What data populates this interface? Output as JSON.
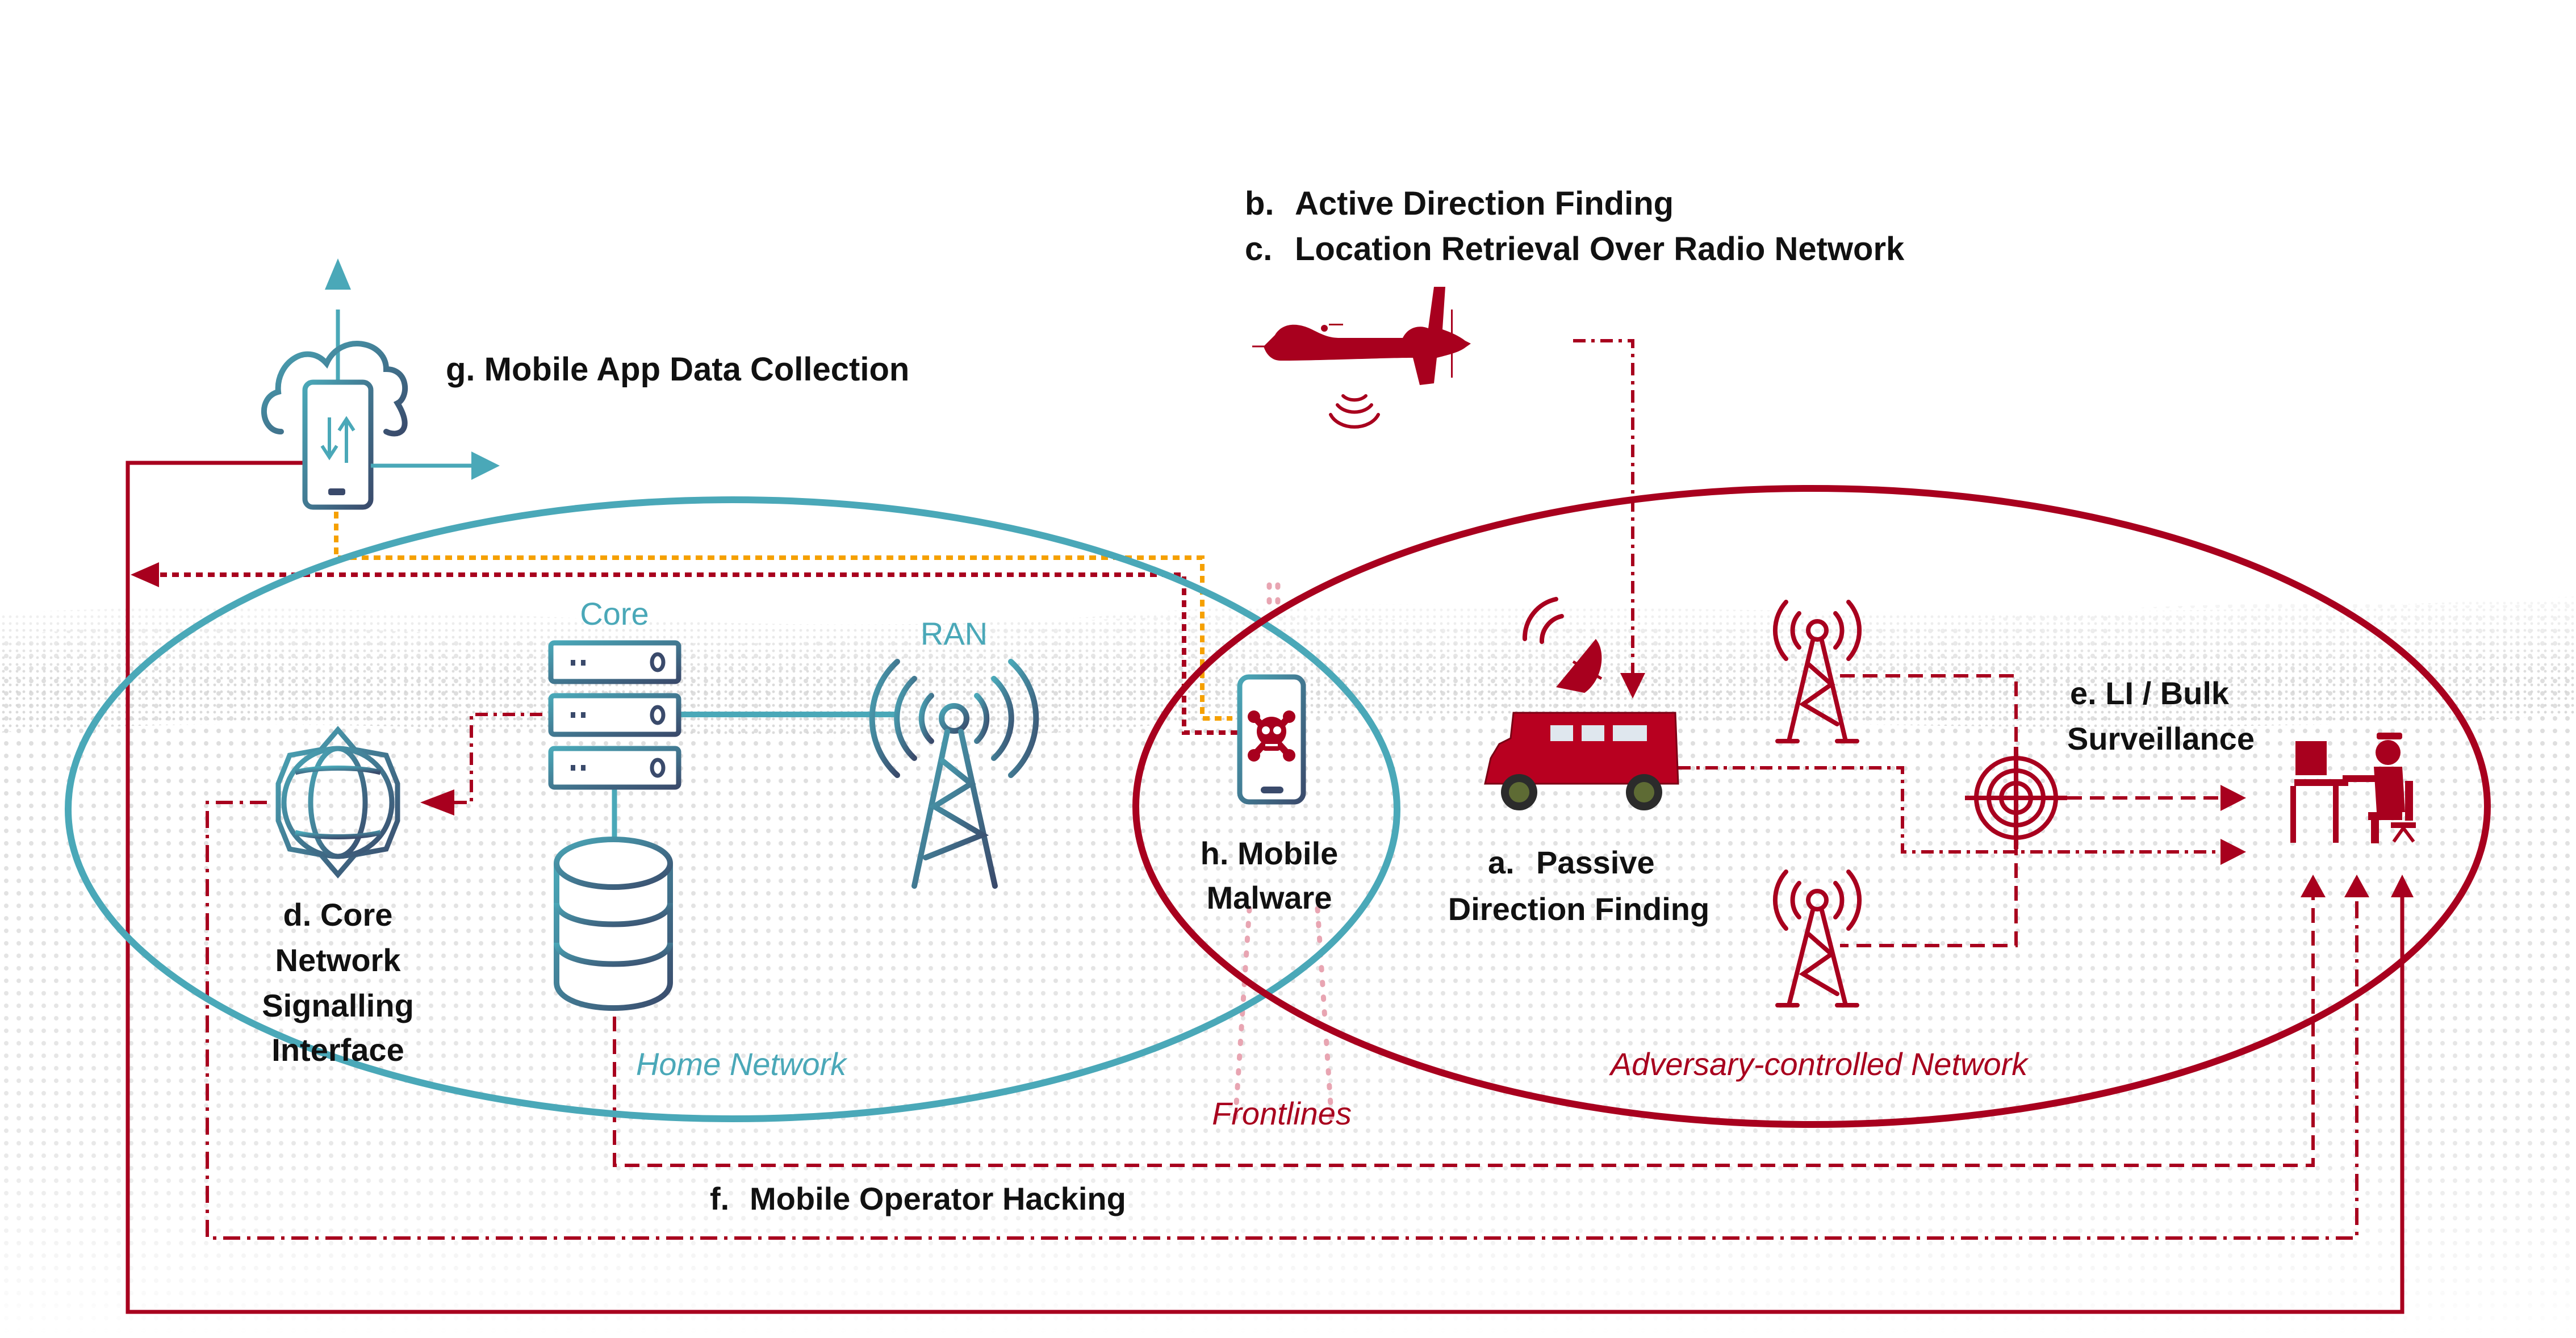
{
  "diagram": {
    "colors": {
      "teal": "#4aa8b8",
      "navy": "#3a4a6b",
      "red": "#a8001e",
      "orange": "#f5a000",
      "text": "#111111"
    },
    "regions": {
      "home_network": "Home Network",
      "adversary_network": "Adversary-controlled Network",
      "frontlines": "Frontlines"
    },
    "nodes": {
      "core": "Core",
      "ran": "RAN"
    },
    "techniques": {
      "a": {
        "letter": "a.",
        "line1": "Passive",
        "line2": "Direction Finding"
      },
      "b": {
        "letter": "b.",
        "label": "Active Direction Finding"
      },
      "c": {
        "letter": "c.",
        "label": "Location Retrieval Over Radio Network"
      },
      "d": {
        "line1": "d. Core",
        "line2": "Network",
        "line3": "Signalling",
        "line4": "Interface"
      },
      "e": {
        "line1": "e.  LI / Bulk",
        "line2": "Surveillance"
      },
      "f": {
        "letter": "f.",
        "label": "Mobile Operator Hacking"
      },
      "g": {
        "label": "g. Mobile App Data Collection"
      },
      "h": {
        "line1": "h. Mobile",
        "line2": "Malware"
      }
    },
    "icons": [
      "cloud-phone-icon",
      "server-stack-icon",
      "database-icon",
      "cell-tower-icon",
      "globe-gear-icon",
      "malware-phone-icon",
      "drone-icon",
      "dish-vehicle-icon",
      "target-icon",
      "analyst-workstation-icon"
    ]
  }
}
